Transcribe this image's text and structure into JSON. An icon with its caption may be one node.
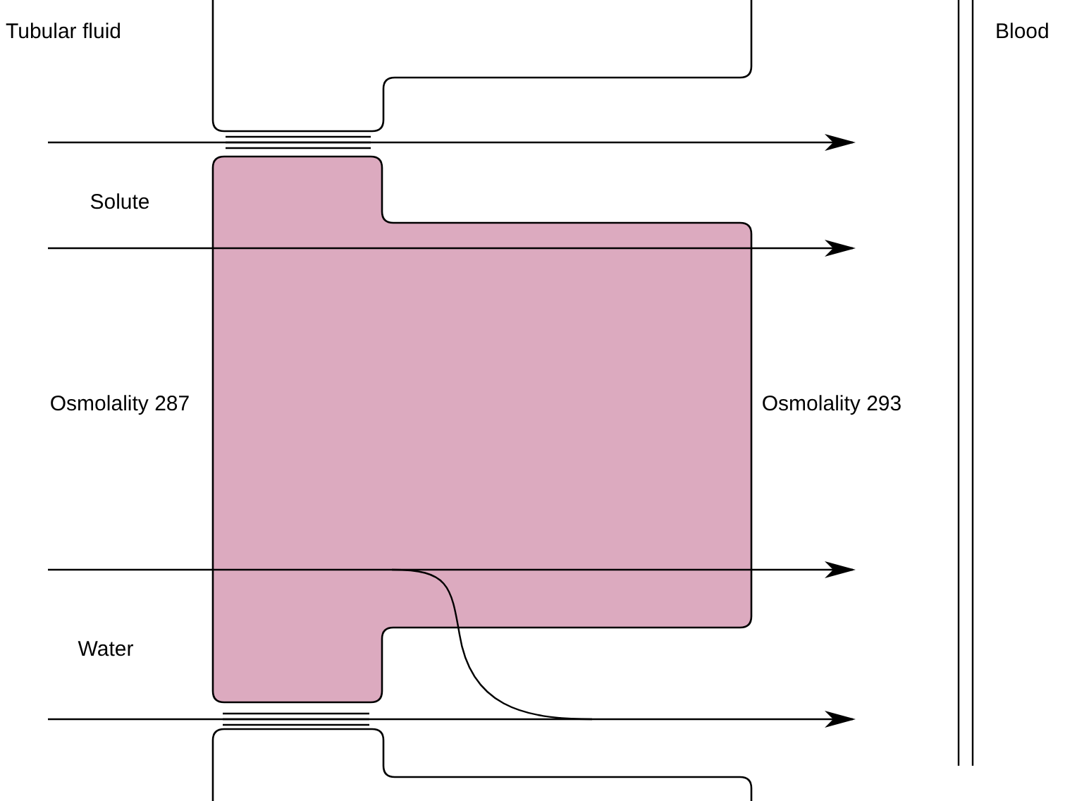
{
  "diagram": {
    "labels": [
      "Tubular fluid",
      "Blood",
      "Solute",
      "Osmolality 287",
      "Osmolality 293",
      "Water"
    ]
  }
}
